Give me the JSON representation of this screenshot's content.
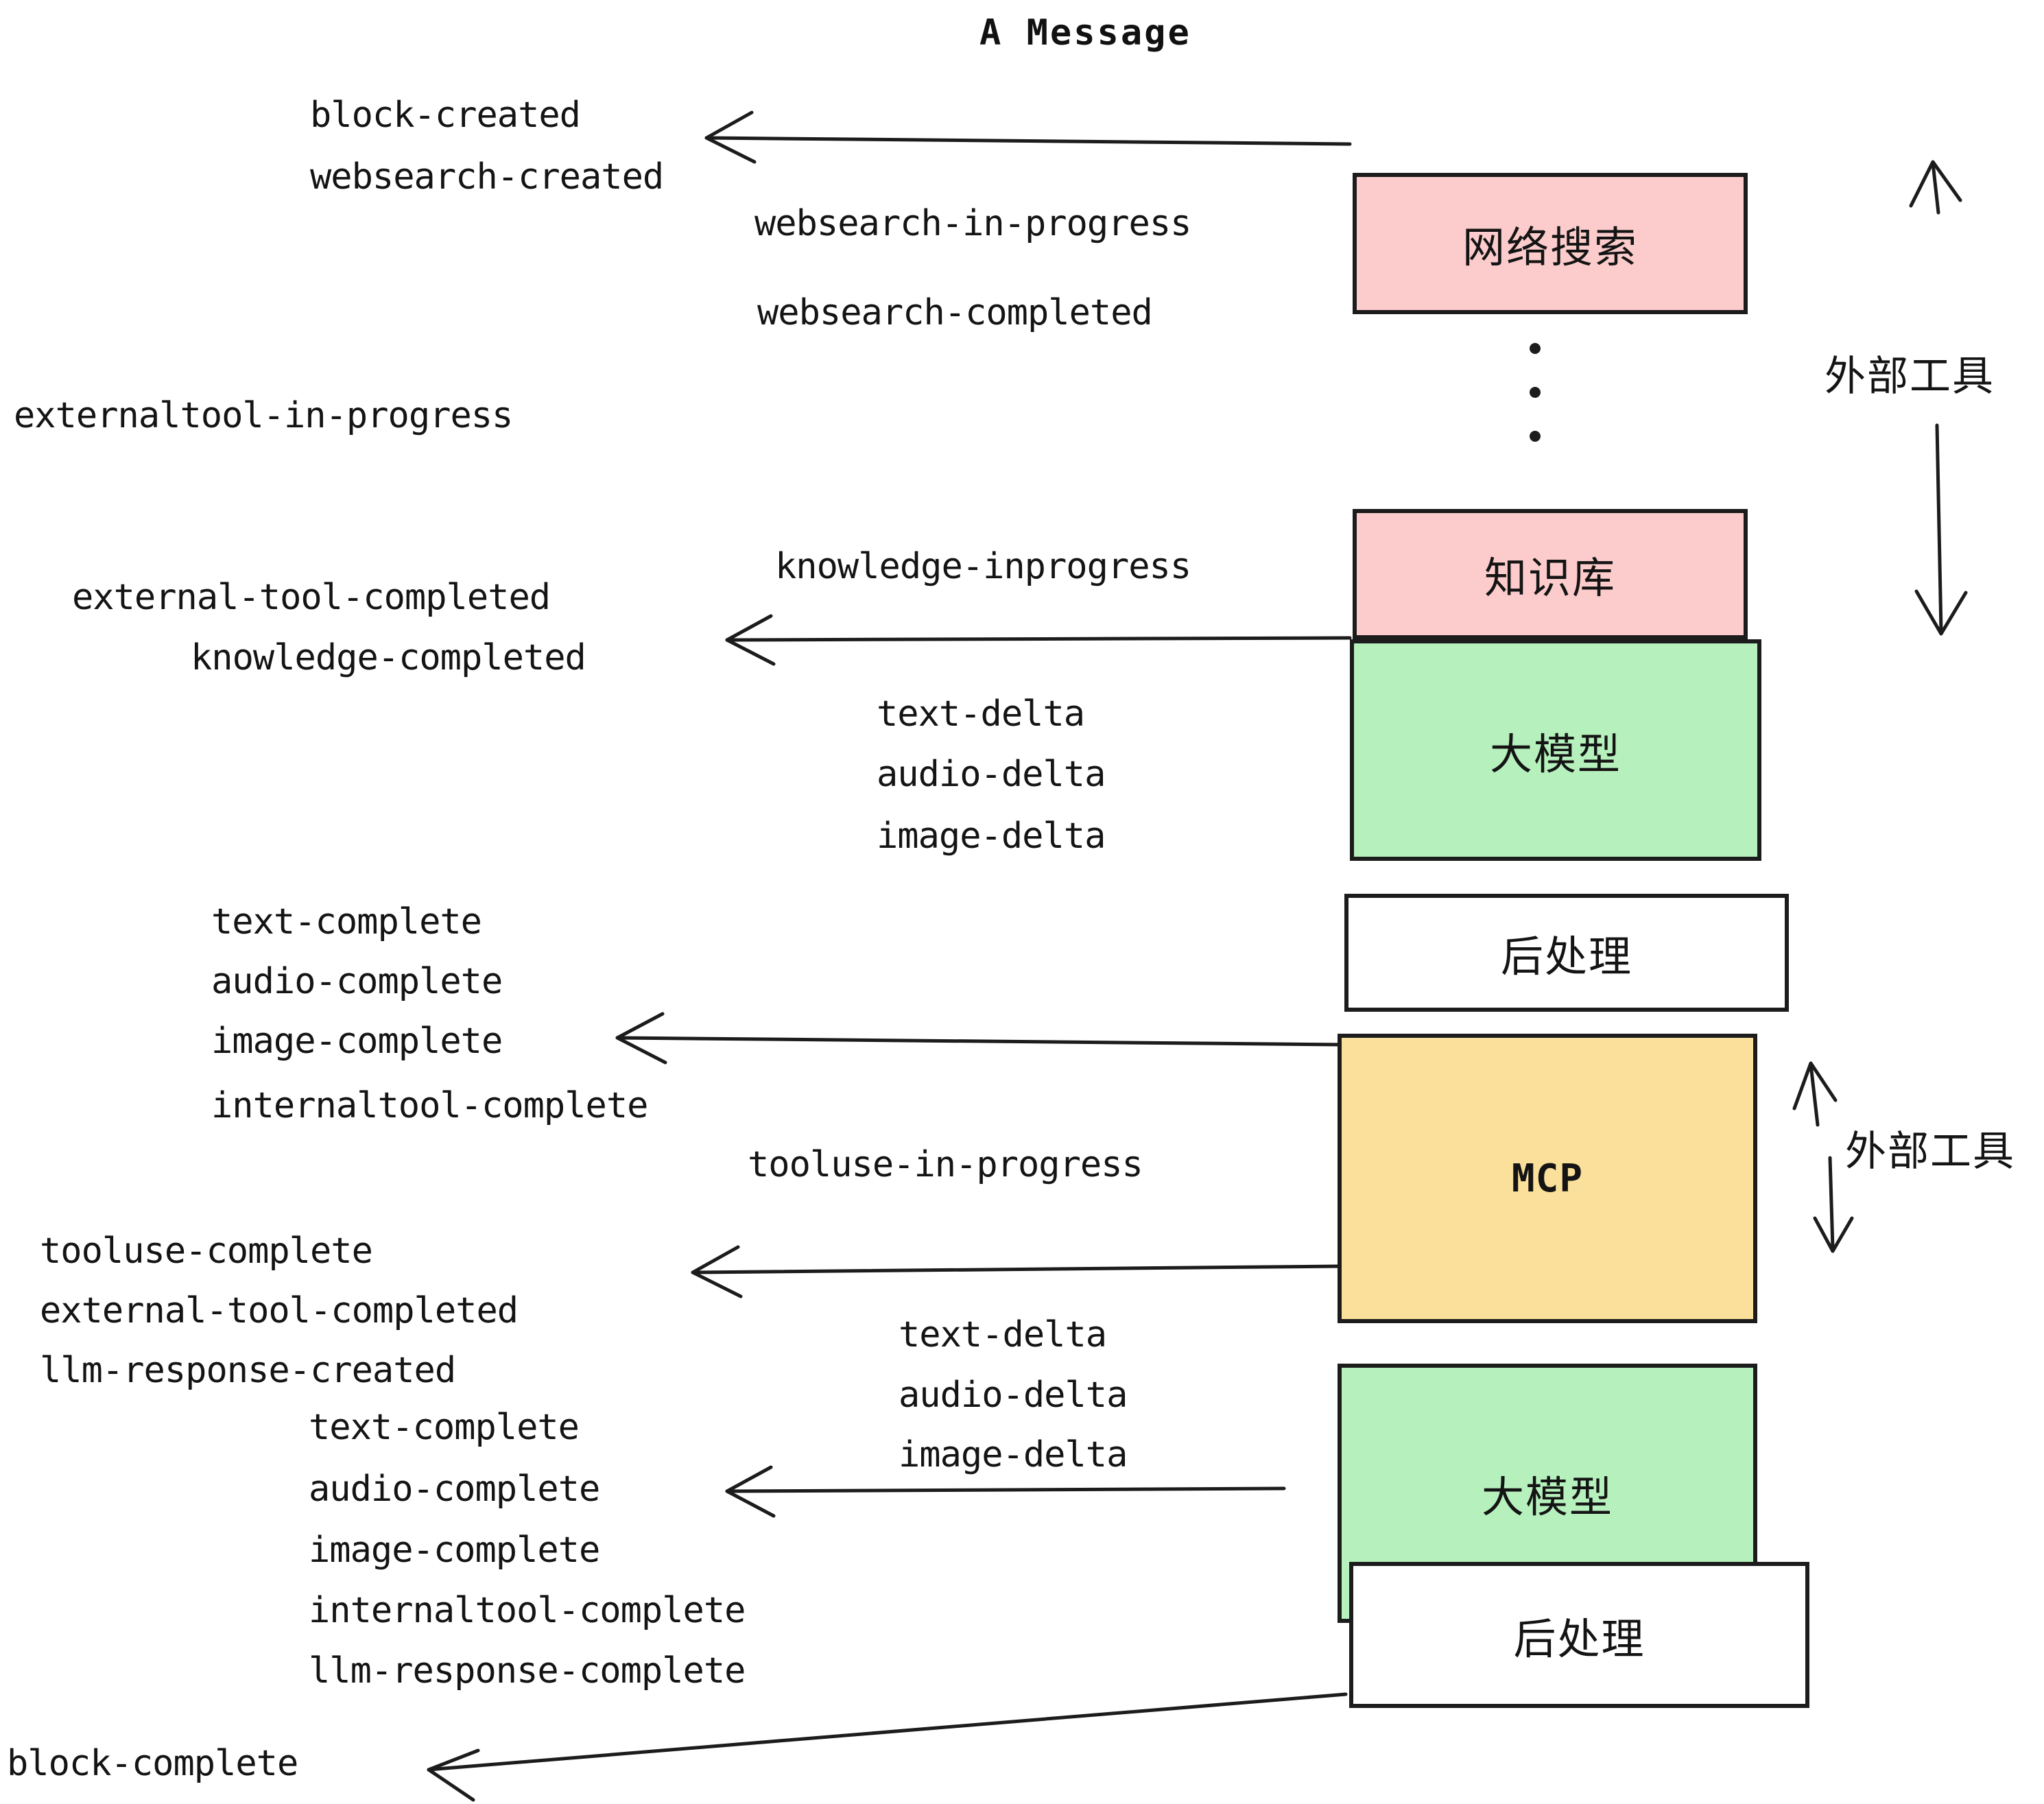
{
  "title": "A Message",
  "boxes": [
    {
      "id": "websearch",
      "label": "网络搜索",
      "color": "pink",
      "script": "cjk"
    },
    {
      "id": "knowledge",
      "label": "知识库",
      "color": "pink",
      "script": "cjk"
    },
    {
      "id": "llm-top",
      "label": "大模型",
      "color": "green",
      "script": "cjk"
    },
    {
      "id": "postprocess-top",
      "label": "后处理",
      "color": "white",
      "script": "cjk"
    },
    {
      "id": "mcp",
      "label": "MCP",
      "color": "yellow",
      "script": "latin"
    },
    {
      "id": "llm-bottom",
      "label": "大模型",
      "color": "green",
      "script": "cjk"
    },
    {
      "id": "postprocess-bottom",
      "label": "后处理",
      "color": "white",
      "script": "cjk"
    }
  ],
  "side_labels": {
    "external_tool_top": "外部工具",
    "external_tool_bottom": "外部工具"
  },
  "events": [
    {
      "id": "block-created",
      "text": "block-created"
    },
    {
      "id": "websearch-created",
      "text": "websearch-created"
    },
    {
      "id": "websearch-in-progress",
      "text": "websearch-in-progress"
    },
    {
      "id": "websearch-completed",
      "text": "websearch-completed"
    },
    {
      "id": "externaltool-in-progress",
      "text": "externaltool-in-progress"
    },
    {
      "id": "knowledge-inprogress",
      "text": "knowledge-inprogress"
    },
    {
      "id": "external-tool-completed-1",
      "text": "external-tool-completed"
    },
    {
      "id": "knowledge-completed",
      "text": "knowledge-completed"
    },
    {
      "id": "text-delta-1",
      "text": "text-delta"
    },
    {
      "id": "audio-delta-1",
      "text": "audio-delta"
    },
    {
      "id": "image-delta-1",
      "text": "image-delta"
    },
    {
      "id": "text-complete-1",
      "text": "text-complete"
    },
    {
      "id": "audio-complete-1",
      "text": "audio-complete"
    },
    {
      "id": "image-complete-1",
      "text": "image-complete"
    },
    {
      "id": "internaltool-complete-1",
      "text": "internaltool-complete"
    },
    {
      "id": "tooluse-in-progress",
      "text": "tooluse-in-progress"
    },
    {
      "id": "tooluse-complete",
      "text": "tooluse-complete"
    },
    {
      "id": "external-tool-completed-2",
      "text": "external-tool-completed"
    },
    {
      "id": "llm-response-created",
      "text": "llm-response-created"
    },
    {
      "id": "text-delta-2",
      "text": "text-delta"
    },
    {
      "id": "audio-delta-2",
      "text": "audio-delta"
    },
    {
      "id": "image-delta-2",
      "text": "image-delta"
    },
    {
      "id": "text-complete-2",
      "text": "text-complete"
    },
    {
      "id": "audio-complete-2",
      "text": "audio-complete"
    },
    {
      "id": "image-complete-2",
      "text": "image-complete"
    },
    {
      "id": "internaltool-complete-2",
      "text": "internaltool-complete"
    },
    {
      "id": "llm-response-complete",
      "text": "llm-response-complete"
    },
    {
      "id": "block-complete",
      "text": "block-complete"
    }
  ],
  "colors": {
    "pink": "#fccccc",
    "green": "#b6f0bd",
    "yellow": "#fae09a",
    "white": "#ffffff",
    "stroke": "#1c1c1c",
    "text": "#141414",
    "background": "#ffffff"
  }
}
